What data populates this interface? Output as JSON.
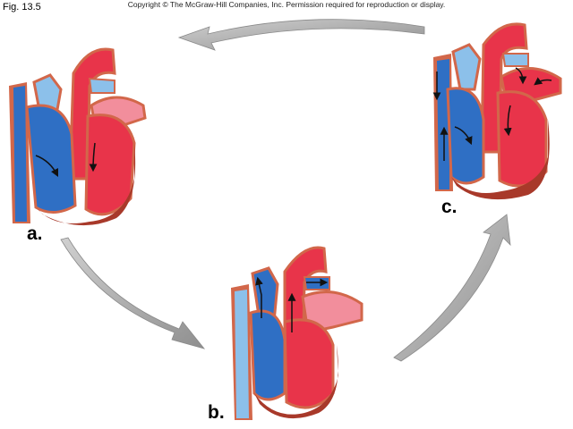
{
  "figure_label": "Fig. 13.5",
  "copyright": "Copyright © The McGraw-Hill Companies, Inc. Permission required for reproduction or display.",
  "stages": [
    {
      "label": "a."
    },
    {
      "label": "b."
    },
    {
      "label": "c."
    }
  ],
  "colors": {
    "deoxygenated_blood": "#2f6fc4",
    "deoxygenated_light": "#8cc0ea",
    "oxygenated_blood": "#e8344a",
    "oxygenated_light": "#f28e9c",
    "myocardium": "#a8392a",
    "vessel_wall": "#d2674a",
    "cycle_arrow": "#a6a6a6",
    "flow_arrow": "#111111"
  },
  "icons": [
    "cycle-arrow-icon",
    "blood-flow-arrow-icon"
  ]
}
